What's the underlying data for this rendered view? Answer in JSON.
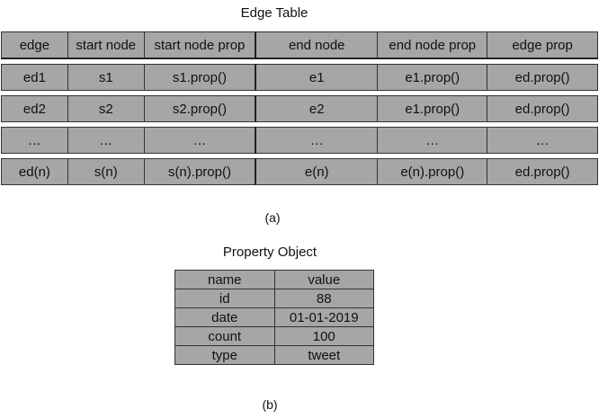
{
  "edge_table": {
    "title": "Edge Table",
    "headers": [
      "edge",
      "start node",
      "start node prop",
      "end node",
      "end node prop",
      "edge prop"
    ],
    "rows": [
      [
        "ed1",
        "s1",
        "s1.prop()",
        "e1",
        "e1.prop()",
        "ed.prop()"
      ],
      [
        "ed2",
        "s2",
        "s2.prop()",
        "e2",
        "e1.prop()",
        "ed.prop()"
      ],
      [
        "…",
        "…",
        "…",
        "…",
        "…",
        "…"
      ],
      [
        "ed(n)",
        "s(n)",
        "s(n).prop()",
        "e(n)",
        "e(n).prop()",
        "ed.prop()"
      ]
    ],
    "caption": "(a)"
  },
  "property_object": {
    "title": "Property Object",
    "headers": [
      "name",
      "value"
    ],
    "rows": [
      [
        "id",
        "88"
      ],
      [
        "date",
        "01-01-2019"
      ],
      [
        "count",
        "100"
      ],
      [
        "type",
        "tweet"
      ]
    ],
    "caption": "(b)"
  }
}
